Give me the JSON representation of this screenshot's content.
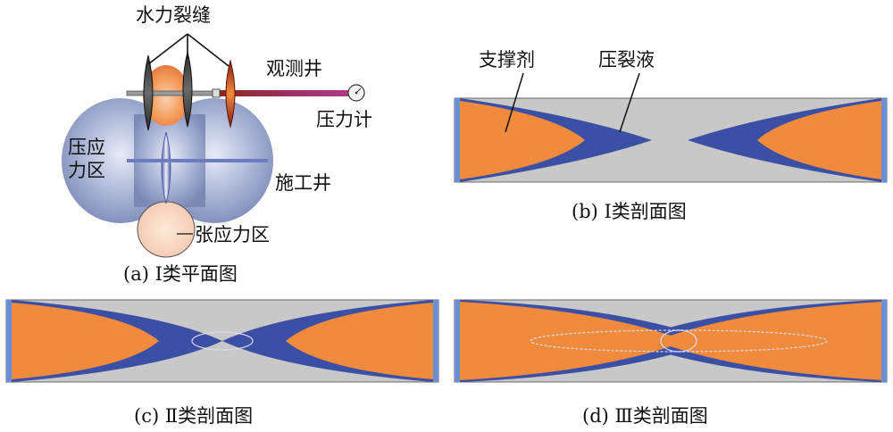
{
  "panel_a": {
    "label_fracture": "水力裂缝",
    "label_observation_well": "观测井",
    "label_pressure_gauge": "压力计",
    "label_compression_zone_line1": "压应",
    "label_compression_zone_line2": "力区",
    "label_construction_well": "施工井",
    "label_tension_zone": "张应力区",
    "caption": "(a) Ⅰ类平面图"
  },
  "panel_b": {
    "label_proppant": "支撑剂",
    "label_frac_fluid": "压裂液",
    "caption": "(b) Ⅰ类剖面图"
  },
  "panel_c": {
    "caption": "(c) Ⅱ类剖面图"
  },
  "panel_d": {
    "caption": "(d) Ⅲ类剖面图"
  },
  "colors": {
    "proppant": "#f08a3c",
    "fluid": "#3b4fa5",
    "background_gray": "#c8c8c8",
    "edge_blue": "#6b8fd6",
    "zone_blue": "#8c9cc8"
  }
}
